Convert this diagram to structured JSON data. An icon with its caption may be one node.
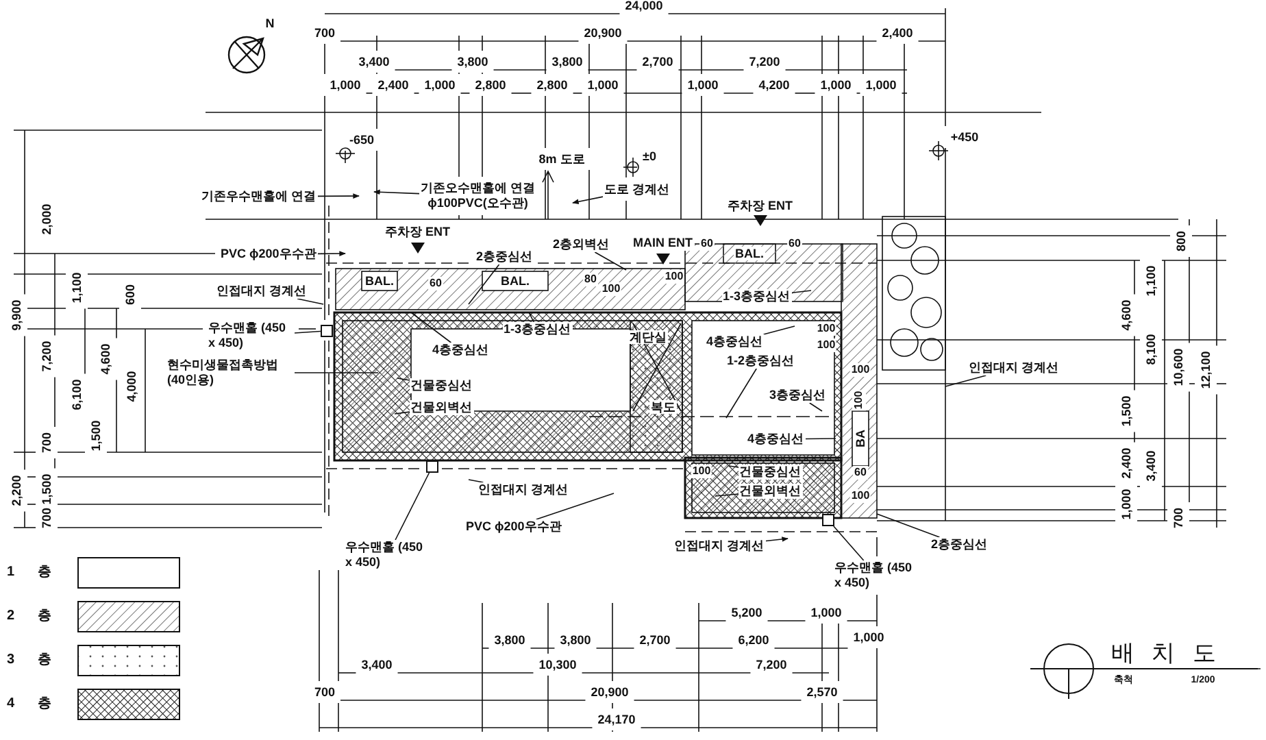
{
  "diagram": {
    "title": "배 치 도",
    "nodes": [
      {
        "text": [
          "기존우수맨홀에 연결"
        ]
      },
      {
        "text": [
          "기존오수맨홀에 연결",
          "ϕ100PVC(오수관)"
        ]
      },
      {
        "text": [
          "도로 경계선"
        ]
      },
      {
        "text": [
          "PVC ϕ200우수관"
        ]
      },
      {
        "text": [
          "인접대지 경계선"
        ]
      },
      {
        "text": [
          "우수맨홀 (450 x 450)"
        ]
      },
      {
        "text": [
          "현수미생물접촉방법 (40인용)"
        ]
      },
      {
        "text": [
          "2층중심선"
        ]
      },
      {
        "text": [
          "2층외벽선"
        ]
      },
      {
        "text": [
          "1-3층중심선"
        ]
      },
      {
        "text": [
          "1-3층중심선"
        ]
      },
      {
        "text": [
          "4층중심선"
        ]
      },
      {
        "text": [
          "4층중심선"
        ]
      },
      {
        "text": [
          "1-2층중심선"
        ]
      },
      {
        "text": [
          "3층중심선"
        ]
      },
      {
        "text": [
          "4층중심선"
        ]
      },
      {
        "text": [
          "건물중심선"
        ]
      },
      {
        "text": [
          "건물외벽선"
        ]
      },
      {
        "text": [
          "건물중심선"
        ]
      },
      {
        "text": [
          "건물외벽선"
        ]
      },
      {
        "text": [
          "인접대지 경계선"
        ]
      },
      {
        "text": [
          "PVC ϕ200우수관"
        ]
      },
      {
        "text": [
          "인접대지 경계선"
        ]
      },
      {
        "text": [
          "우수맨홀 (450 x 450)"
        ]
      },
      {
        "text": [
          "우수맨홀 (450 x 450)"
        ]
      },
      {
        "text": [
          "2층중심선"
        ]
      },
      {
        "text": [
          "인접대지 경계선"
        ]
      },
      {
        "text": [],
        "shape": "box"
      },
      {
        "text": [],
        "shape": "box"
      },
      {
        "text": [],
        "shape": "box"
      },
      {
        "text": [
          "주차장 ENT"
        ]
      },
      {
        "text": [
          "MAIN ENT"
        ]
      },
      {
        "text": [
          "주차장 ENT"
        ]
      }
    ],
    "edges": [
      {
        "from": 0,
        "to": null,
        "arrow": "to"
      },
      {
        "from": 1,
        "to": null,
        "arrow": "to"
      },
      {
        "from": 2,
        "to": null,
        "arrow": "to"
      },
      {
        "from": 3,
        "to": null,
        "arrow": "to"
      },
      {
        "from": 4,
        "to": null,
        "arrow": "none"
      },
      {
        "from": 5,
        "to": 27,
        "arrow": "none"
      },
      {
        "from": 6,
        "to": null,
        "arrow": "none"
      },
      {
        "from": 7,
        "to": null,
        "arrow": "none"
      },
      {
        "from": 8,
        "to": null,
        "arrow": "none"
      },
      {
        "from": 9,
        "to": null,
        "arrow": "none"
      },
      {
        "from": 10,
        "to": null,
        "arrow": "none"
      },
      {
        "from": 11,
        "to": null,
        "arrow": "none"
      },
      {
        "from": 12,
        "to": null,
        "arrow": "none"
      },
      {
        "from": 13,
        "to": null,
        "arrow": "none"
      },
      {
        "from": 14,
        "to": null,
        "arrow": "none"
      },
      {
        "from": 15,
        "to": null,
        "arrow": "none"
      },
      {
        "from": 16,
        "to": null,
        "arrow": "none"
      },
      {
        "from": 17,
        "to": null,
        "arrow": "none"
      },
      {
        "from": 18,
        "to": null,
        "arrow": "none"
      },
      {
        "from": 19,
        "to": null,
        "arrow": "none"
      },
      {
        "from": 20,
        "to": null,
        "arrow": "none"
      },
      {
        "from": 21,
        "to": null,
        "arrow": "none"
      },
      {
        "from": 22,
        "to": null,
        "arrow": "to"
      },
      {
        "from": 23,
        "to": 28,
        "arrow": "none"
      },
      {
        "from": 24,
        "to": 29,
        "arrow": "none"
      },
      {
        "from": 25,
        "to": null,
        "arrow": "none"
      },
      {
        "from": 26,
        "to": null,
        "arrow": "none"
      }
    ],
    "labels": [
      "N",
      "24,000",
      "700",
      "20,900",
      "2,400",
      "3,400",
      "3,800",
      "3,800",
      "2,700",
      "7,200",
      "1,000",
      "2,400",
      "1,000",
      "2,800",
      "2,800",
      "1,000",
      "1,000",
      "4,200",
      "1,000",
      "1,000",
      "-650",
      "8m 도로",
      "±0",
      "+450",
      "BAL.",
      "BAL.",
      "BAL.",
      "계단실",
      "복도",
      "BA",
      "60",
      "80",
      "100",
      "100",
      "60",
      "60",
      "100",
      "100",
      "100",
      "100",
      "60",
      "100",
      "100",
      "9,900",
      "2,000",
      "7,200",
      "700",
      "1,100",
      "6,100",
      "4,600",
      "1,500",
      "600",
      "4,000",
      "2,200",
      "1,500",
      "700",
      "800",
      "1,100",
      "4,600",
      "8,100",
      "10,600",
      "12,100",
      "1,500",
      "2,400",
      "3,400",
      "1,000",
      "700",
      "5,200",
      "1,000",
      "3,800",
      "3,800",
      "2,700",
      "6,200",
      "1,000",
      "3,400",
      "10,300",
      "7,200",
      "700",
      "20,900",
      "2,570",
      "24,170",
      "축척",
      "1/200"
    ],
    "legend": [
      {
        "text": "1 층"
      },
      {
        "text": "2 층"
      },
      {
        "text": "3 층"
      },
      {
        "text": "4 층"
      }
    ]
  }
}
